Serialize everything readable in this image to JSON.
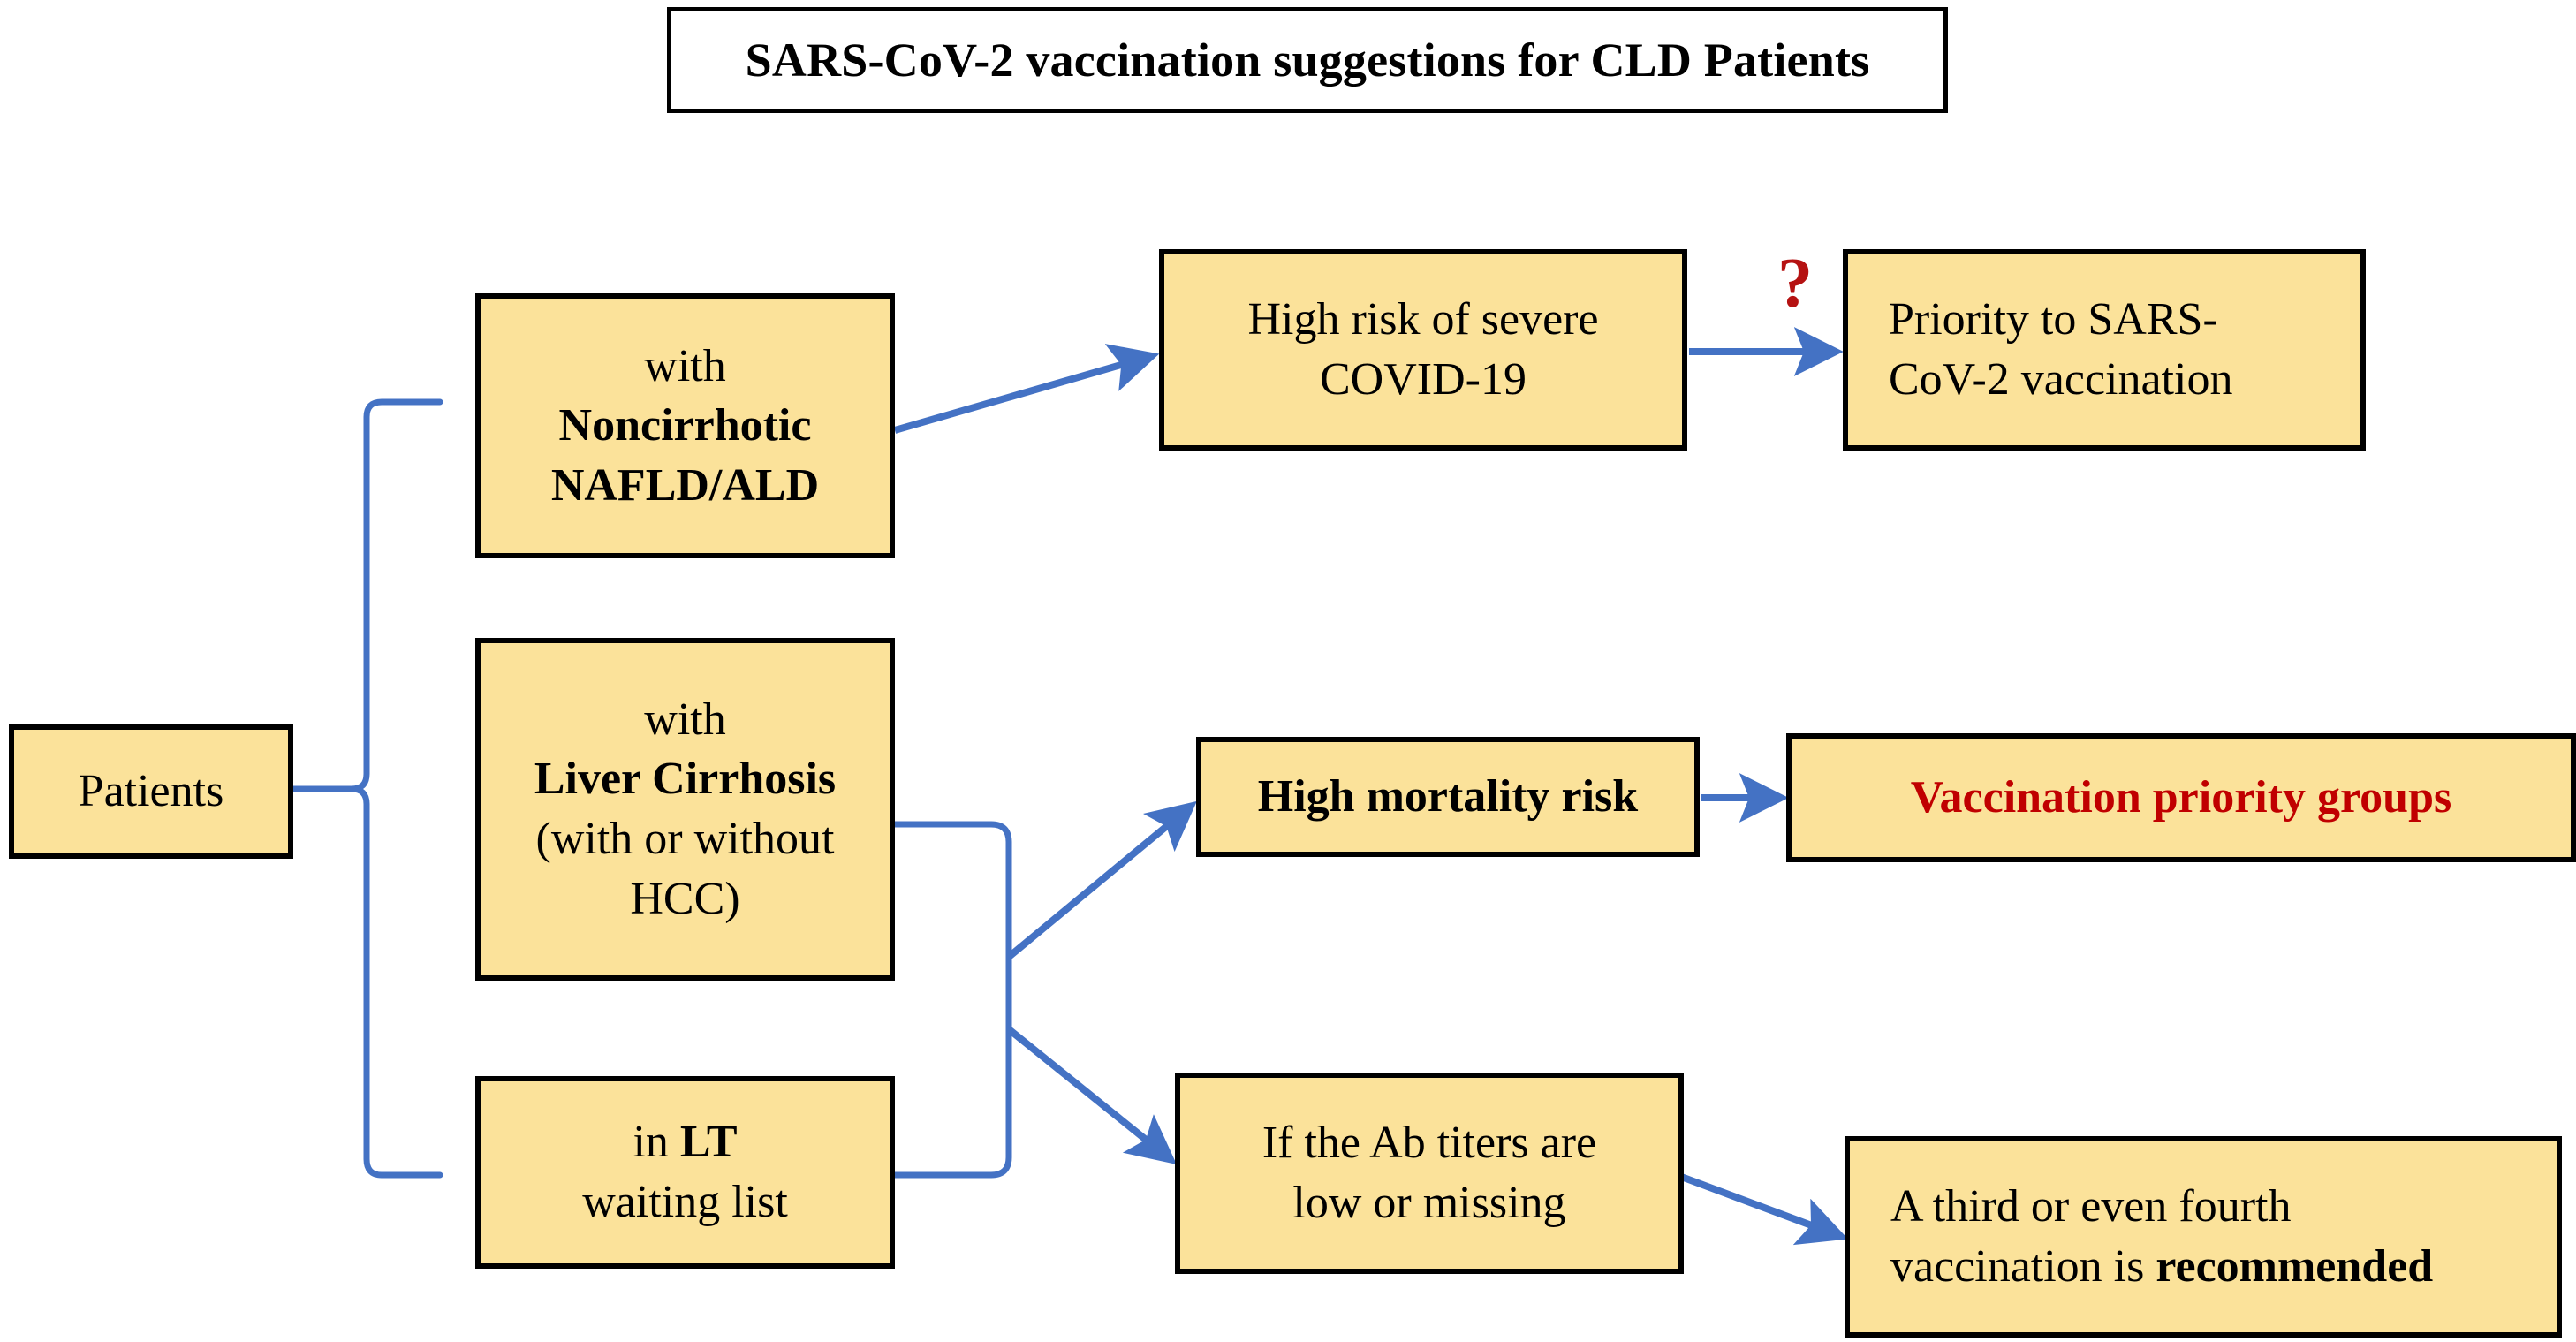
{
  "title": {
    "text": "SARS-CoV-2 vaccination suggestions for CLD Patients"
  },
  "colors": {
    "node_fill": "#FBE29A",
    "node_border": "#000000",
    "connector": "#4472C4",
    "accent_red": "#C00000",
    "question_mark_red": "#B51212",
    "background": "#FFFFFF"
  },
  "nodes": {
    "patients": {
      "lines": [
        "Patients"
      ]
    },
    "nafld": {
      "lines": [
        "with",
        "Noncirrhotic",
        "NAFLD/ALD"
      ],
      "bold_lines": [
        1,
        2
      ]
    },
    "cirrhosis": {
      "lines": [
        "with",
        "Liver Cirrhosis",
        "(with or without",
        "HCC)"
      ],
      "bold_lines": [
        1
      ]
    },
    "lt": {
      "lines": [
        "in LT",
        "waiting list"
      ],
      "bold_fragment": "LT"
    },
    "high_risk": {
      "lines": [
        "High risk of severe",
        "COVID-19"
      ]
    },
    "priority": {
      "lines": [
        "Priority to SARS-",
        "CoV-2 vaccination"
      ]
    },
    "mortality": {
      "lines": [
        "High mortality risk"
      ],
      "bold": true
    },
    "vaccination_groups": {
      "lines": [
        "Vaccination priority groups"
      ],
      "bold": true,
      "color": "#C00000"
    },
    "ab_titers": {
      "lines": [
        "If the Ab titers are",
        "low or missing"
      ]
    },
    "third_fourth": {
      "lines": [
        "A third or even fourth",
        "vaccination is recommended"
      ],
      "bold_fragment": "recommended"
    }
  },
  "annotations": {
    "question_mark": "?"
  },
  "connectors": [
    {
      "from": "patients",
      "to": "nafld",
      "style": "brace"
    },
    {
      "from": "patients",
      "to": "cirrhosis",
      "style": "brace"
    },
    {
      "from": "patients",
      "to": "lt",
      "style": "brace"
    },
    {
      "from": "nafld",
      "to": "high_risk",
      "style": "arrow-diagonal-up"
    },
    {
      "from": "high_risk",
      "to": "priority",
      "style": "arrow-horizontal",
      "label": "?"
    },
    {
      "from": "cirrhosis",
      "to": "mortality",
      "style": "brace-arrow-up"
    },
    {
      "from": "lt",
      "to": "ab_titers",
      "style": "brace-arrow-down"
    },
    {
      "from": "mortality",
      "to": "vaccination_groups",
      "style": "arrow-horizontal"
    },
    {
      "from": "ab_titers",
      "to": "third_fourth",
      "style": "arrow-diagonal-down"
    }
  ]
}
